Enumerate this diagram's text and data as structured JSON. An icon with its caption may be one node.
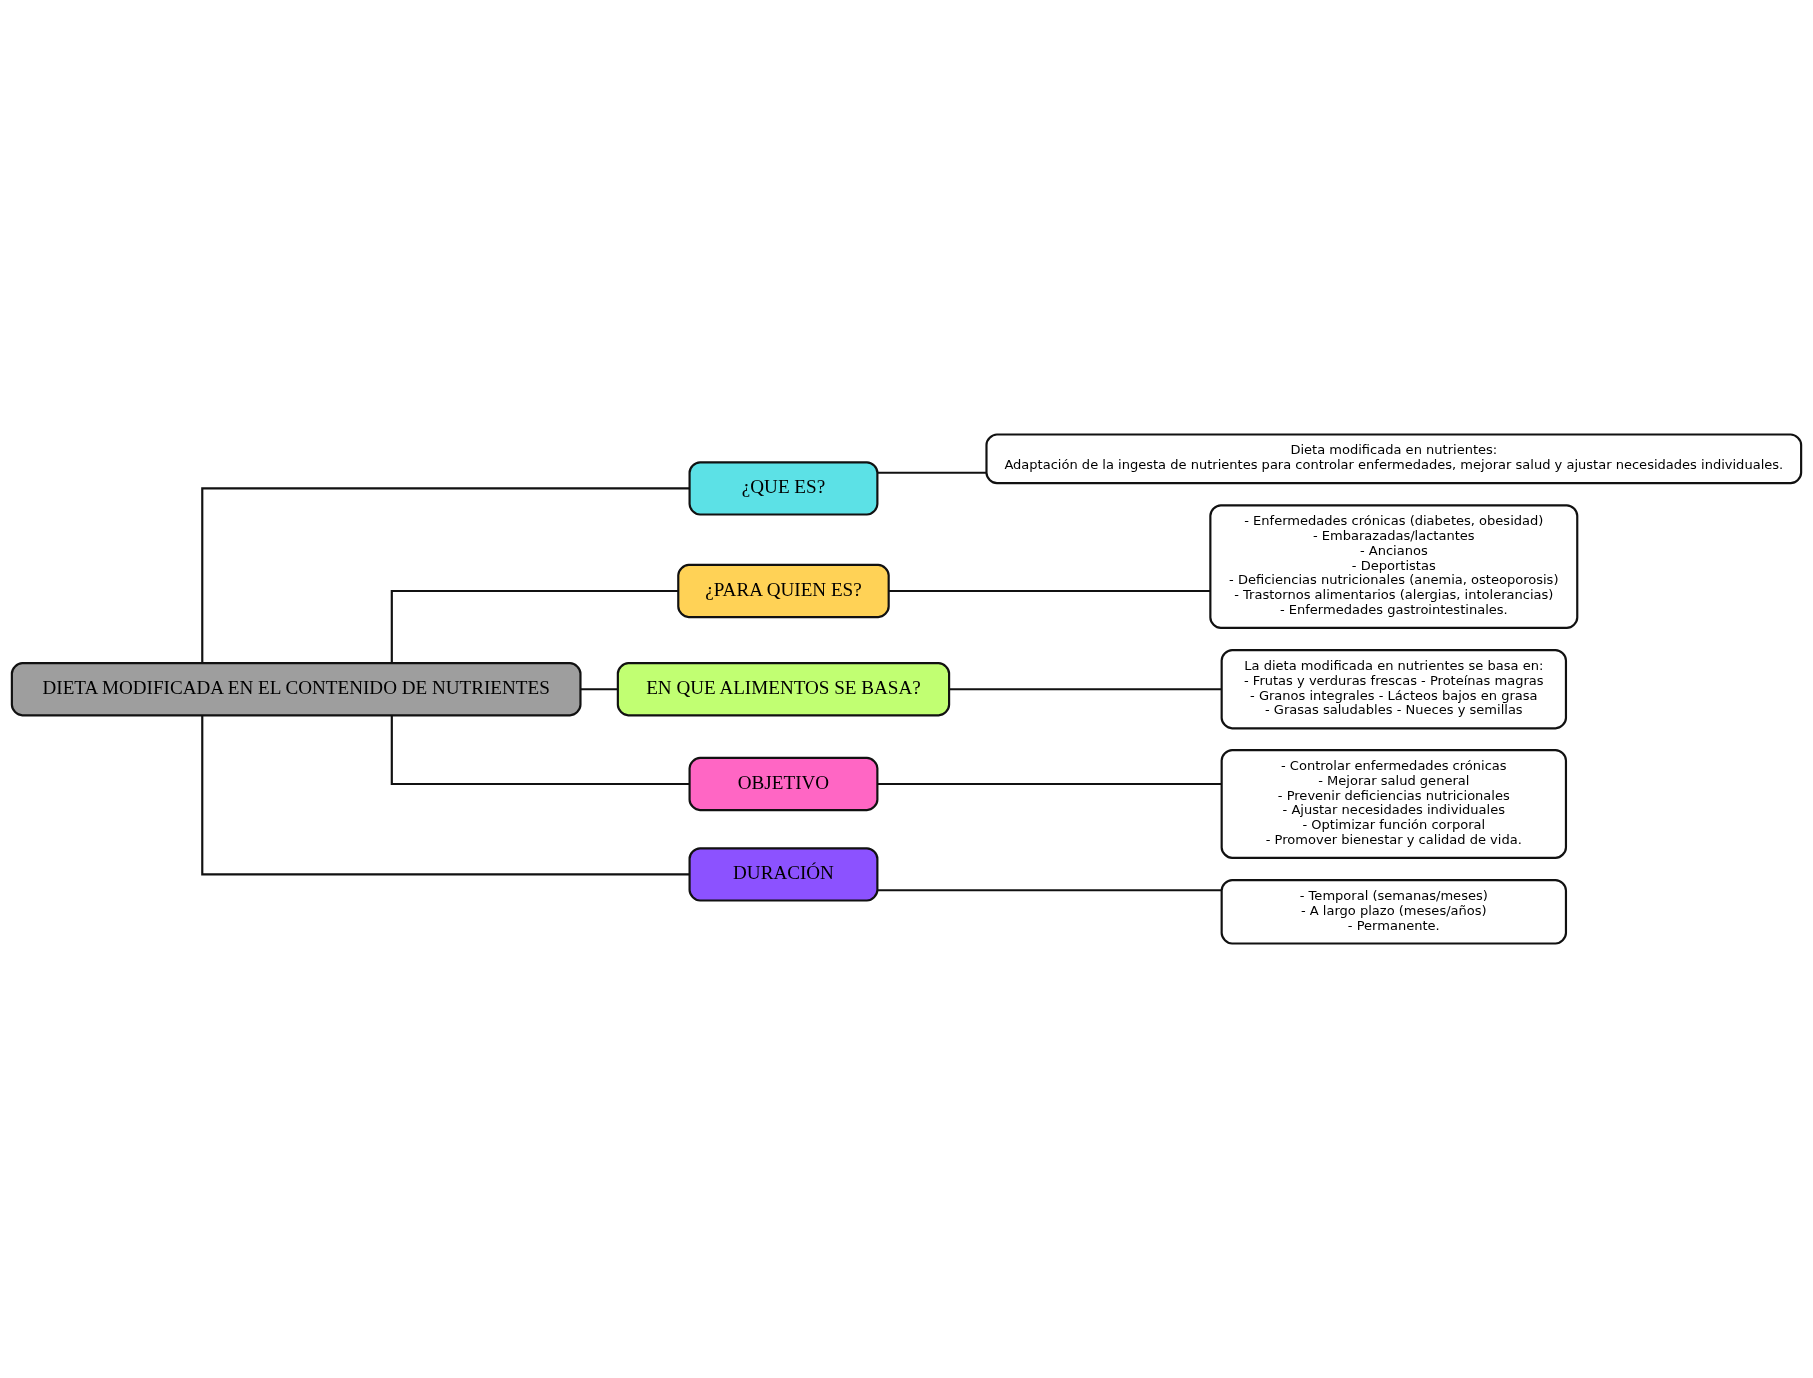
{
  "diagram": {
    "nodes": [
      {
        "text": [
          "DIETA MODIFICADA EN EL CONTENIDO DE NUTRIENTES"
        ]
      },
      {
        "text": [
          "¿QUE ES?"
        ]
      },
      {
        "text": [
          "Dieta modificada en nutrientes:",
          "Adaptación de la ingesta de nutrientes para controlar enfermedades, mejorar salud y ajustar necesidades individuales."
        ]
      },
      {
        "text": [
          "¿PARA QUIEN ES?"
        ]
      },
      {
        "text": [
          "- Enfermedades crónicas (diabetes, obesidad)",
          "- Embarazadas/lactantes",
          "- Ancianos",
          "- Deportistas",
          "- Deficiencias nutricionales (anemia, osteoporosis)",
          "- Trastornos alimentarios (alergias, intolerancias)",
          "- Enfermedades gastrointestinales."
        ]
      },
      {
        "text": [
          "EN QUE ALIMENTOS SE BASA?"
        ]
      },
      {
        "text": [
          "La dieta modificada en nutrientes se basa en:",
          "- Frutas y verduras frescas - Proteínas magras",
          "- Granos integrales - Lácteos bajos en grasa",
          "- Grasas saludables - Nueces y semillas"
        ]
      },
      {
        "text": [
          "OBJETIVO"
        ]
      },
      {
        "text": [
          "- Controlar enfermedades crónicas",
          "- Mejorar salud general",
          "- Prevenir deficiencias nutricionales",
          "- Ajustar necesidades individuales",
          "- Optimizar función corporal",
          "- Promover bienestar y calidad de vida."
        ]
      },
      {
        "text": [
          "DURACIÓN"
        ]
      },
      {
        "text": [
          "- Temporal (semanas/meses)",
          "- A largo plazo (meses/años)",
          "- Permanente."
        ]
      }
    ],
    "edges": [
      {
        "from": 0,
        "to": 1,
        "arrow": "none"
      },
      {
        "from": 0,
        "to": 3,
        "arrow": "none"
      },
      {
        "from": 0,
        "to": 5,
        "arrow": "none"
      },
      {
        "from": 0,
        "to": 7,
        "arrow": "none"
      },
      {
        "from": 0,
        "to": 9,
        "arrow": "none"
      },
      {
        "from": 1,
        "to": 2,
        "arrow": "none"
      },
      {
        "from": 3,
        "to": 4,
        "arrow": "none"
      },
      {
        "from": 5,
        "to": 6,
        "arrow": "none"
      },
      {
        "from": 7,
        "to": 8,
        "arrow": "none"
      },
      {
        "from": 9,
        "to": 10,
        "arrow": "none"
      }
    ]
  }
}
